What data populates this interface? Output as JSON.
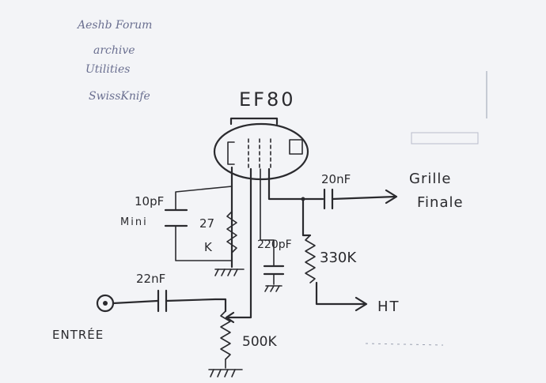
{
  "notes": {
    "line1": "Aeshb Forum",
    "line2": "archive",
    "line3": "Utilities",
    "line4": "SwissKnife"
  },
  "labels": {
    "tube": "EF80",
    "cap_out": "20nF",
    "out_line1": "Grille",
    "out_line2": "Finale",
    "cap_bypass": "10pF",
    "cap_bypass_note": "Mini",
    "res_cathode_1": "27",
    "res_cathode_2": "K",
    "cap_screen": "220pF",
    "res_load": "330K",
    "cap_in": "22nF",
    "supply": "HT",
    "input": "ENTRÉE",
    "pot": "500K"
  },
  "colors": {
    "ink": "#2a2a2e",
    "paper": "#f3f4f7",
    "note_ink": "#6a6f90"
  }
}
